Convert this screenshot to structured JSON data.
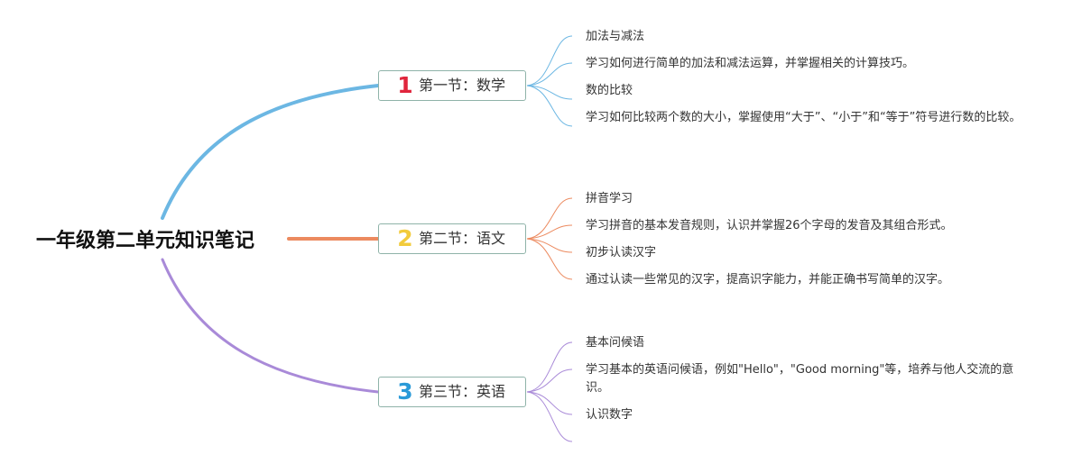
{
  "root": {
    "title": "一年级第二单元知识笔记"
  },
  "branches": [
    {
      "number": "1",
      "label": "第一节：数学",
      "color": "#e0253c",
      "line_color": "#6cb7e3",
      "leaves": [
        "加法与减法",
        "学习如何进行简单的加法和减法运算，并掌握相关的计算技巧。",
        "数的比较",
        "学习如何比较两个数的大小，掌握使用“大于”、“小于”和“等于”符号进行数的比较。"
      ]
    },
    {
      "number": "2",
      "label": "第二节：语文",
      "color": "#f2cb3c",
      "line_color": "#ec8a5f",
      "leaves": [
        "拼音学习",
        "学习拼音的基本发音规则，认识并掌握26个字母的发音及其组合形式。",
        "初步认读汉字",
        "通过认读一些常见的汉字，提高识字能力，并能正确书写简单的汉字。"
      ]
    },
    {
      "number": "3",
      "label": "第三节：英语",
      "color": "#2a9ad8",
      "line_color": "#a98ad8",
      "leaves": [
        "基本问候语",
        "学习基本的英语问候语，例如\"Hello\"，\"Good morning\"等，培养与他人交流的意识。",
        "认识数字",
        ""
      ]
    }
  ]
}
